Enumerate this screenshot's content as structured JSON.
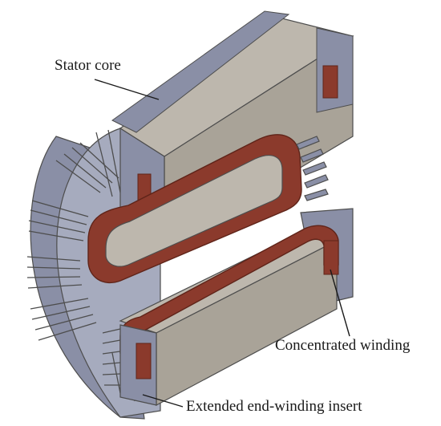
{
  "labels": {
    "stator_core": "Stator core",
    "concentrated_winding": "Concentrated winding",
    "end_winding_insert": "Extended end-winding insert"
  },
  "colors": {
    "background": "#ffffff",
    "core_face": "#bdb7ad",
    "core_face_dark": "#a9a398",
    "core_edge": "#4d4d4d",
    "frame_slate": "#8a8fa6",
    "frame_slate_light": "#a6abbe",
    "frame_slate_dark": "#6b7088",
    "winding_copper": "#8b3a2c",
    "winding_copper_dark": "#5f2419",
    "leader_line": "#1a1a1a"
  }
}
